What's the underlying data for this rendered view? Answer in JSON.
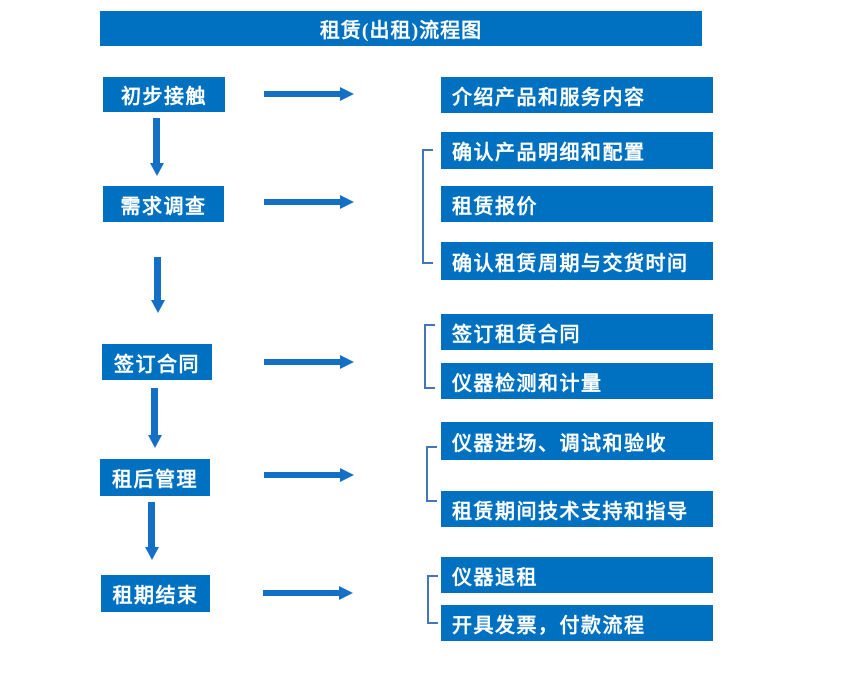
{
  "title": "租赁(出租)流程图",
  "colors": {
    "box_blue": "#0070c0",
    "arrow_blue": "#1470c4",
    "bracket_blue": "#4377b6",
    "text_white": "#ffffff",
    "background": "#ffffff"
  },
  "steps": [
    {
      "label": "初步接触",
      "details": [
        "介绍产品和服务内容"
      ]
    },
    {
      "label": "需求调查",
      "details": [
        "确认产品明细和配置",
        "租赁报价",
        "确认租赁周期与交货时间"
      ]
    },
    {
      "label": "签订合同",
      "details": [
        "签订租赁合同",
        "仪器检测和计量"
      ]
    },
    {
      "label": "租后管理",
      "details": [
        "仪器进场、调试和验收",
        "租赁期间技术支持和指导"
      ]
    },
    {
      "label": "租期结束",
      "details": [
        "仪器退租",
        "开具发票，付款流程"
      ]
    }
  ]
}
